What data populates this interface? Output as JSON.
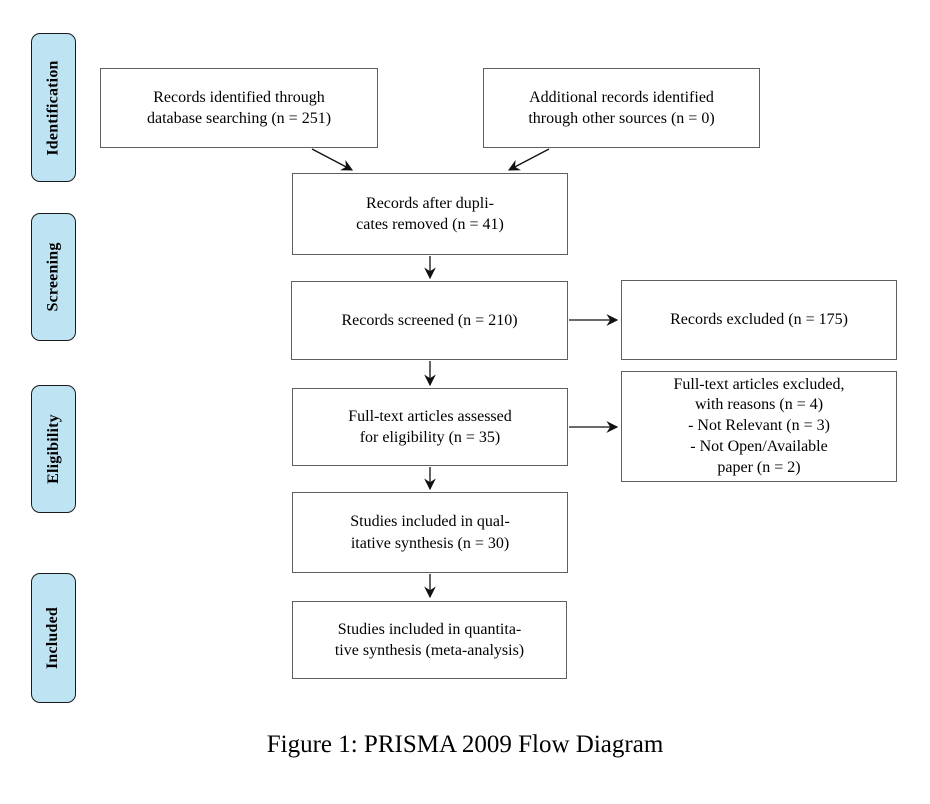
{
  "diagram": {
    "caption": "Figure 1: PRISMA 2009 Flow Diagram",
    "colors": {
      "stage_fill": "#bee3f2",
      "stage_border": "#1a1a1a",
      "node_border": "#5f5f5f",
      "arrow": "#111111",
      "background": "#ffffff"
    },
    "stages": [
      {
        "label": "Identification"
      },
      {
        "label": "Screening"
      },
      {
        "label": "Eligibility"
      },
      {
        "label": "Included"
      }
    ],
    "nodes": {
      "identified": "Records identified through\ndatabase searching (n = 251)",
      "additional": "Additional records identified\nthrough other sources (n = 0)",
      "deduplicated": "Records after dupli-\ncates removed (n = 41)",
      "screened": "Records screened (n = 210)",
      "excluded": "Records excluded (n = 175)",
      "fulltext_assessed": "Full-text articles assessed\nfor eligibility (n = 35)",
      "fulltext_excluded": "Full-text articles excluded,\nwith reasons (n = 4)\n- Not Relevant (n = 3)\n- Not Open/Available\npaper (n = 2)",
      "qualitative": "Studies included in qual-\nitative synthesis (n = 30)",
      "quantitative": "Studies included in quantita-\ntive synthesis (meta-analysis)"
    }
  }
}
